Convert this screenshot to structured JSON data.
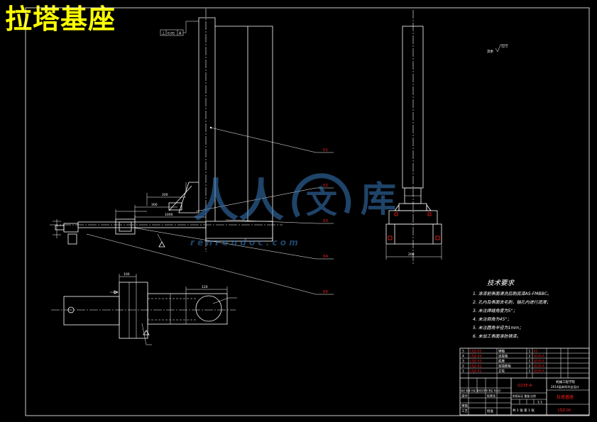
{
  "title": "拉塔基座",
  "watermark": {
    "text_left": "人人",
    "logo_char": "文",
    "text_right": "库",
    "url": "r e n r e n d o c . c o m"
  },
  "tolerance_frame": {
    "symbol": "⊥",
    "value": "0.05",
    "datum": "A"
  },
  "roughness": {
    "note": "其余",
    "value": "12.5"
  },
  "balloons": [
    "01",
    "02",
    "03",
    "04",
    "05"
  ],
  "dimensions": {
    "beam": "1000",
    "bracket": "300",
    "pivot": "200",
    "base_width": "200",
    "tube": "120",
    "plate": "100"
  },
  "tech_requirements": {
    "title": "技术要求",
    "items": [
      "1. 涂漆前表面清洗后刷底漆AS-FMBBC。",
      "2. 孔内及表面去毛刺，轴孔内进行润滑；",
      "3. 未注焊缝角度为5°；",
      "4. 未注倒角为45°；",
      "5. 未注圆角半径为1mm；",
      "6. 未加工表面涂防锈漆。"
    ]
  },
  "title_block": {
    "parts": [
      {
        "no": "5",
        "code": "LTJZ-05",
        "name": "销轴",
        "qty": "1",
        "material": "45"
      },
      {
        "no": "4",
        "code": "LTJZ-04",
        "name": "连接板",
        "qty": "2",
        "material": "Q235-A"
      },
      {
        "no": "3",
        "code": "LTJZ-03",
        "name": "底座",
        "qty": "1",
        "material": "Q235-A"
      },
      {
        "no": "2",
        "code": "LTJZ-02",
        "name": "加强筋板",
        "qty": "2",
        "material": "Q235-A"
      },
      {
        "no": "1",
        "code": "LTJZ-01",
        "name": "立柱",
        "qty": "1",
        "material": "Q235-A"
      }
    ],
    "sign_header": "标记 处数 分区 更改文件号 签名 年月日",
    "designer_label": "设计",
    "standard_label": "标准化",
    "reviewer_label": "审核",
    "process_label": "工艺",
    "approve_label": "批准",
    "material": "Q235-A",
    "stage_labels": "阶段标记  重量  比例",
    "scale": "1:1",
    "sheets": "共 1 张   第 1 张",
    "school_line1": "机械工程学院",
    "school_line2": "2014届本科毕业设计",
    "drawing_name": "拉塔基座",
    "drawing_code": "LTJZ-00"
  },
  "colors": {
    "background": "#000000",
    "line": "#ffffff",
    "title": "#ffff00",
    "annotation": "#ff2020",
    "watermark": "#3a7cc0"
  }
}
